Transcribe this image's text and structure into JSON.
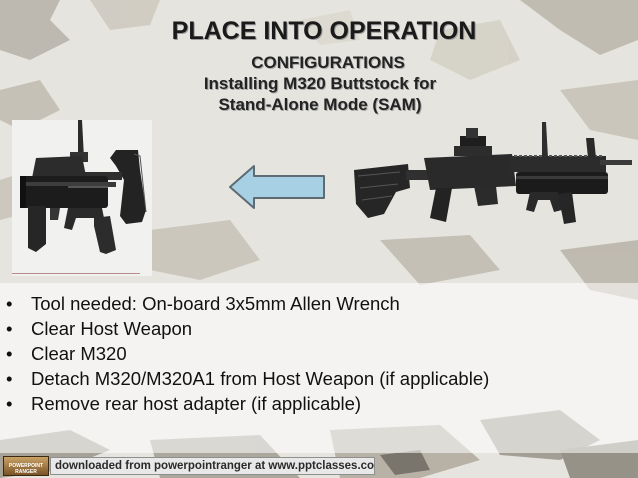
{
  "slide": {
    "title": "PLACE INTO OPERATION",
    "subtitle_1": "CONFIGURATIONS",
    "subtitle_2": "Installing M320 Buttstock for",
    "subtitle_3": "Stand-Alone Mode (SAM)"
  },
  "bullet_marker": "•",
  "bullets": [
    "Tool needed: On-board 3x5mm Allen Wrench",
    "Clear Host Weapon",
    "Clear M320",
    "Detach M320/M320A1 from Host Weapon (if applicable)",
    "Remove rear host adapter (if applicable)"
  ],
  "footer": {
    "logo_text": "POWERPOINT RANGER",
    "text": "downloaded from powerpointranger at www.pptclasses.com"
  },
  "colors": {
    "arrow_fill": "#a8d0e4",
    "arrow_stroke": "#5f6b72",
    "weapon": "#2a2a2a"
  },
  "icons": [
    "left-arrow-icon",
    "m320-stand-alone-image",
    "m320-mounted-rifle-image"
  ]
}
